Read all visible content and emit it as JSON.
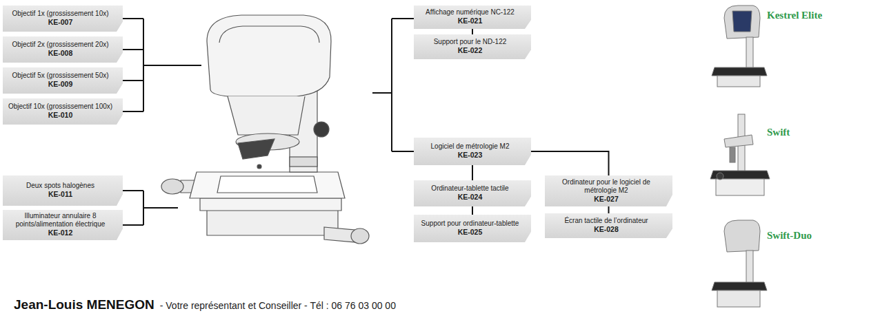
{
  "diagram": {
    "nodes": [
      {
        "text": [
          "Objectif 1x (grossissement 10x)",
          "KE-007"
        ]
      },
      {
        "text": [
          "Objectif 2x (grossissement 20x)",
          "KE-008"
        ]
      },
      {
        "text": [
          "Objectif 5x (grossissement 50x)",
          "KE-009"
        ]
      },
      {
        "text": [
          "Objectif 10x (grossissement 100x)",
          "KE-010"
        ]
      },
      {
        "text": [
          "Deux spots halogènes",
          "KE-011"
        ]
      },
      {
        "text": [
          "Illuminateur annulaire 8 points/alimentation électrique",
          "KE-012"
        ]
      },
      {
        "text": [
          "Affichage numérique NC-122",
          "KE-021"
        ]
      },
      {
        "text": [
          "Support pour le ND-122",
          "KE-022"
        ]
      },
      {
        "text": [
          "Logiciel de métrologie M2",
          "KE-023"
        ]
      },
      {
        "text": [
          "Ordinateur-tablette tactile",
          "KE-024"
        ]
      },
      {
        "text": [
          "Support pour ordinateur-tablette",
          "KE-025"
        ]
      },
      {
        "text": [
          "Ordinateur pour le logiciel de métrologie M2",
          "KE-027"
        ]
      },
      {
        "text": [
          "Écran tactile de l’ordinateur",
          "KE-028"
        ]
      }
    ],
    "edges": [
      {
        "from": 6,
        "to": 7,
        "arrow": "none"
      },
      {
        "from": 8,
        "to": 9,
        "arrow": "none"
      },
      {
        "from": 9,
        "to": 10,
        "arrow": "none"
      },
      {
        "from": 8,
        "to": 11,
        "arrow": "none"
      },
      {
        "from": 11,
        "to": 12,
        "arrow": "none"
      }
    ],
    "labels": [
      "Kestrel Elite",
      "Swift",
      "Swift-Duo",
      "Jean-Louis MENEGON",
      "- Votre représentant et Conseiller - Tél : 06 76 03 00 00"
    ]
  }
}
